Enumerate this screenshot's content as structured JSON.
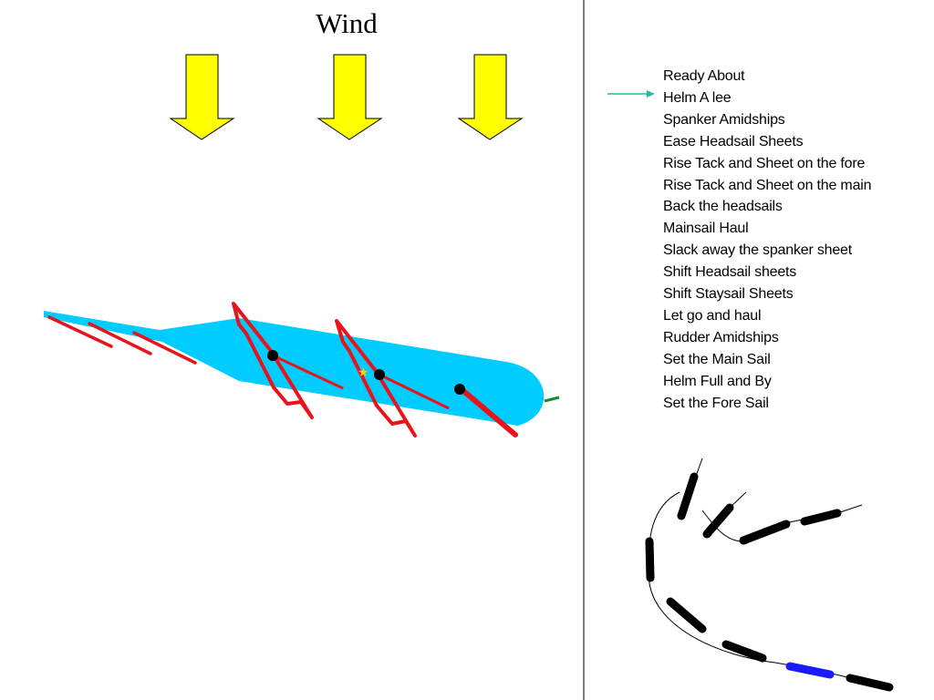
{
  "title": "Wind",
  "current_step_index": 1,
  "commands": [
    "Ready About",
    "Helm A lee",
    "Spanker Amidships",
    "Ease Headsail Sheets",
    "Rise Tack and Sheet on the fore",
    "Rise Tack and Sheet on the main",
    "Back the headsails",
    "Mainsail Haul",
    "Slack away the spanker sheet",
    "Shift Headsail sheets",
    "Shift Staysail Sheets",
    "Let go and haul",
    "Rudder Amidships",
    "Set the Main Sail",
    "Helm Full and By",
    "Set the Fore Sail"
  ],
  "colors": {
    "wind_arrow": "#ffff00",
    "hull": "#00ccff",
    "sail": "#e8141c",
    "mast": "#000000",
    "pointer": "#1fbf9a",
    "rudder": "#1a8a2a",
    "current_ship": "#1a1aff"
  }
}
